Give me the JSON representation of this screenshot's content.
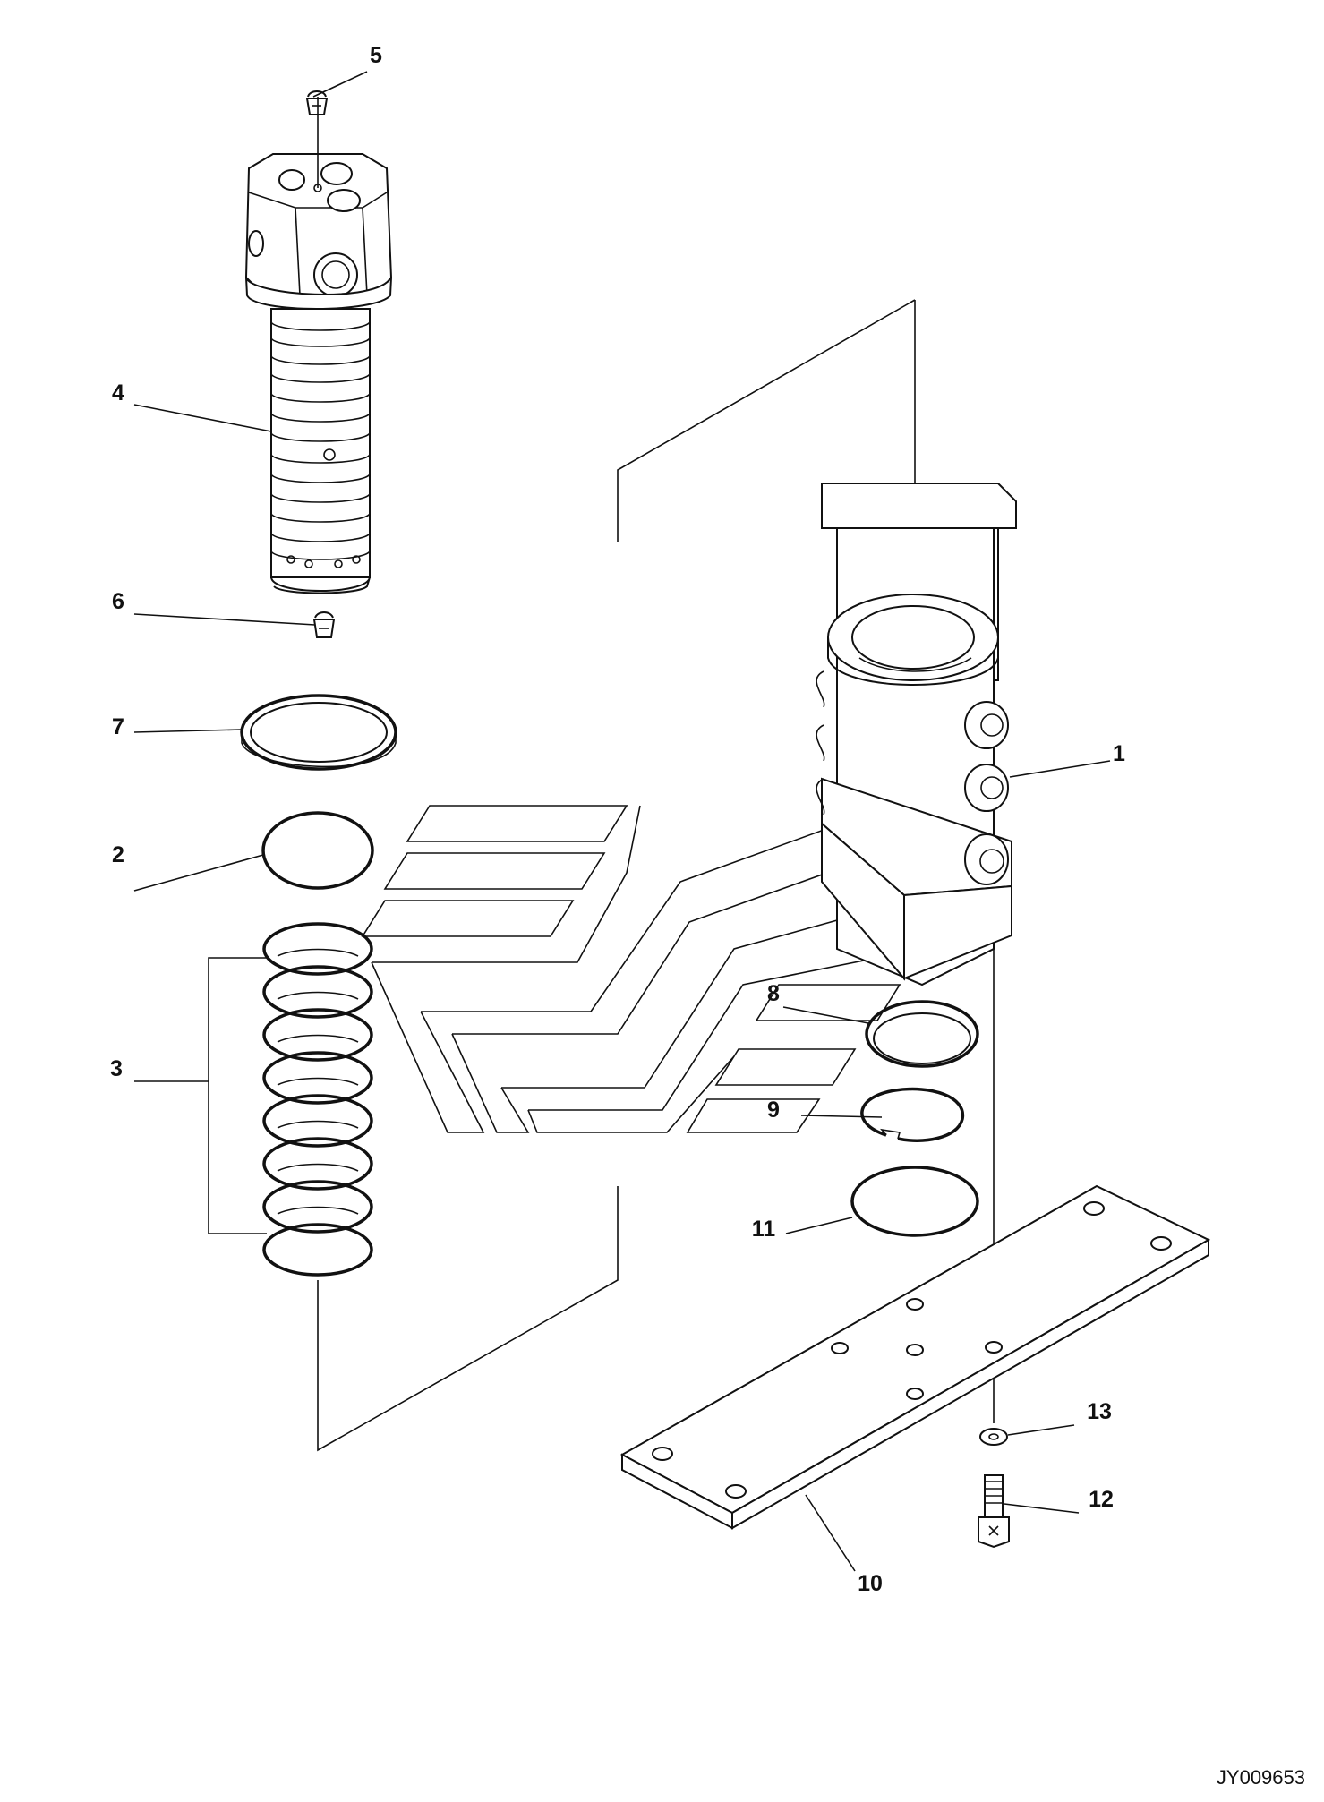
{
  "diagram": {
    "drawing_code": "JY009653",
    "callouts": [
      {
        "id": "c1",
        "label": "1"
      },
      {
        "id": "c2",
        "label": "2"
      },
      {
        "id": "c3",
        "label": "3"
      },
      {
        "id": "c4",
        "label": "4"
      },
      {
        "id": "c5",
        "label": "5"
      },
      {
        "id": "c6",
        "label": "6"
      },
      {
        "id": "c7",
        "label": "7"
      },
      {
        "id": "c8",
        "label": "8"
      },
      {
        "id": "c9",
        "label": "9"
      },
      {
        "id": "c10",
        "label": "10"
      },
      {
        "id": "c11",
        "label": "11"
      },
      {
        "id": "c12",
        "label": "12"
      },
      {
        "id": "c13",
        "label": "13"
      }
    ]
  }
}
